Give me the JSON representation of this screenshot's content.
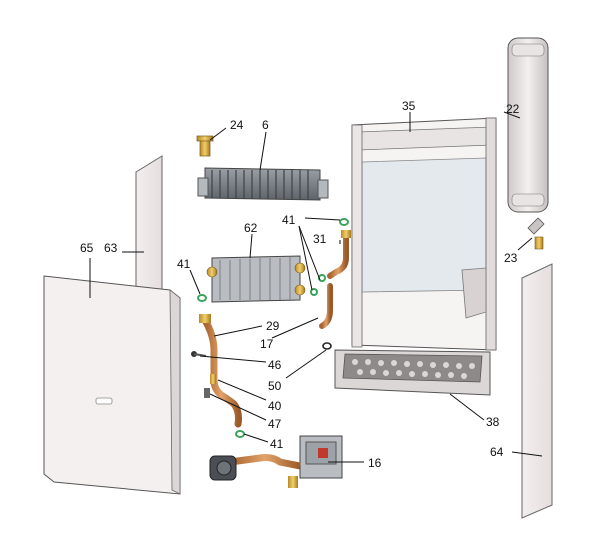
{
  "diagram": {
    "callouts": [
      {
        "id": "c24",
        "text": "24"
      },
      {
        "id": "c6",
        "text": "6"
      },
      {
        "id": "c35",
        "text": "35"
      },
      {
        "id": "c22",
        "text": "22"
      },
      {
        "id": "c41a",
        "text": "41"
      },
      {
        "id": "c62",
        "text": "62"
      },
      {
        "id": "c31",
        "text": "31"
      },
      {
        "id": "c23",
        "text": "23"
      },
      {
        "id": "c65",
        "text": "65"
      },
      {
        "id": "c63",
        "text": "63"
      },
      {
        "id": "c41b",
        "text": "41"
      },
      {
        "id": "c29",
        "text": "29"
      },
      {
        "id": "c17",
        "text": "17"
      },
      {
        "id": "c46",
        "text": "46"
      },
      {
        "id": "c50",
        "text": "50"
      },
      {
        "id": "c40",
        "text": "40"
      },
      {
        "id": "c47",
        "text": "47"
      },
      {
        "id": "c38",
        "text": "38"
      },
      {
        "id": "c41c",
        "text": "41"
      },
      {
        "id": "c16",
        "text": "16"
      },
      {
        "id": "c64",
        "text": "64"
      }
    ]
  }
}
